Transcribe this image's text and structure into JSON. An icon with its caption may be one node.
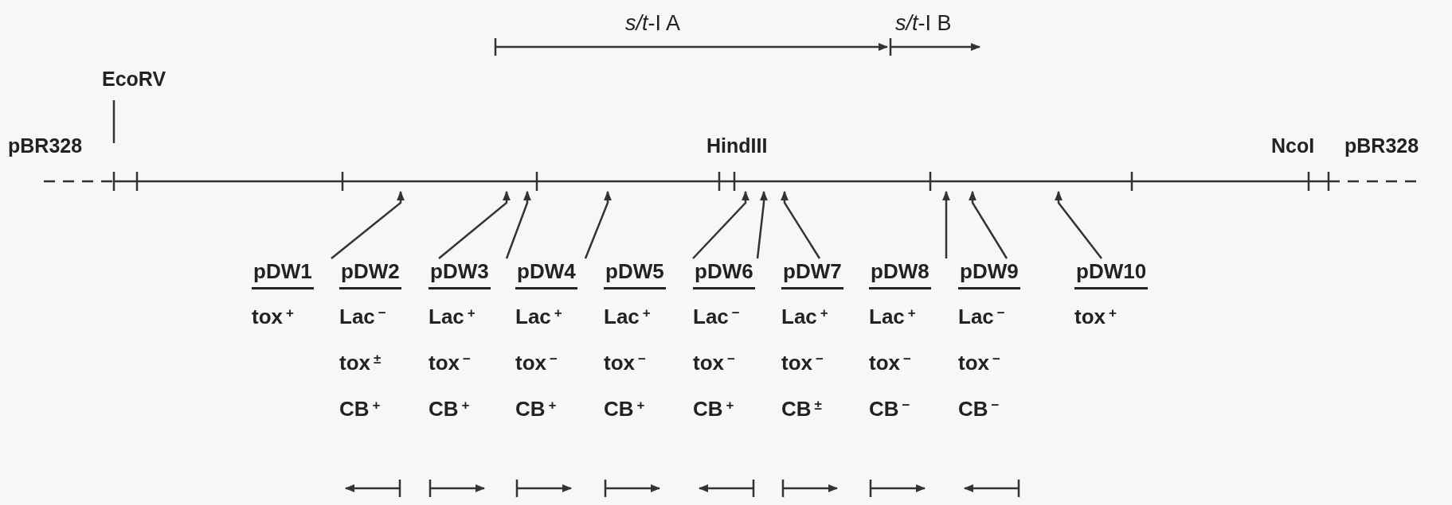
{
  "diagram": {
    "nodes": [
      {
        "text": [
          "pDW1",
          "tox$^{+}$"
        ]
      },
      {
        "text": [
          "pDW2",
          "Lac$^{−}$",
          "tox$^{±}$",
          "CB$^{+}$"
        ]
      },
      {
        "text": [
          "pDW3",
          "Lac$^{+}$",
          "tox$^{−}$",
          "CB$^{+}$"
        ]
      },
      {
        "text": [
          "pDW4",
          "Lac$^{+}$",
          "tox$^{−}$",
          "CB$^{+}$"
        ]
      },
      {
        "text": [
          "pDW5",
          "Lac$^{+}$",
          "tox$^{−}$",
          "CB$^{+}$"
        ]
      },
      {
        "text": [
          "pDW6",
          "Lac$^{−}$",
          "tox$^{−}$",
          "CB$^{+}$"
        ]
      },
      {
        "text": [
          "pDW7",
          "Lac$^{+}$",
          "tox$^{−}$",
          "CB$^{±}$"
        ]
      },
      {
        "text": [
          "pDW8",
          "Lac$^{+}$",
          "tox$^{−}$",
          "CB$^{−}$"
        ]
      },
      {
        "text": [
          "pDW9",
          "Lac$^{−}$",
          "tox$^{−}$",
          "CB$^{−}$"
        ]
      },
      {
        "text": [
          "pDW10",
          "tox$^{+}$"
        ]
      }
    ],
    "edges": [
      {
        "from": 0,
        "to": null,
        "arrow": "to"
      },
      {
        "from": 1,
        "to": null,
        "arrow": "to"
      },
      {
        "from": 2,
        "to": null,
        "arrow": "to"
      },
      {
        "from": 3,
        "to": null,
        "arrow": "to"
      },
      {
        "from": 4,
        "to": null,
        "arrow": "to"
      },
      {
        "from": 5,
        "to": null,
        "arrow": "to"
      },
      {
        "from": 6,
        "to": null,
        "arrow": "to"
      },
      {
        "from": 7,
        "to": null,
        "arrow": "to"
      },
      {
        "from": 8,
        "to": null,
        "arrow": "to"
      },
      {
        "from": 9,
        "to": null,
        "arrow": "to"
      }
    ],
    "labels": [
      "*s/t*-I A",
      "*s/t*-I B",
      "EcoRV",
      "pBR328",
      "HindIII",
      "NcoI",
      "pBR328"
    ]
  }
}
